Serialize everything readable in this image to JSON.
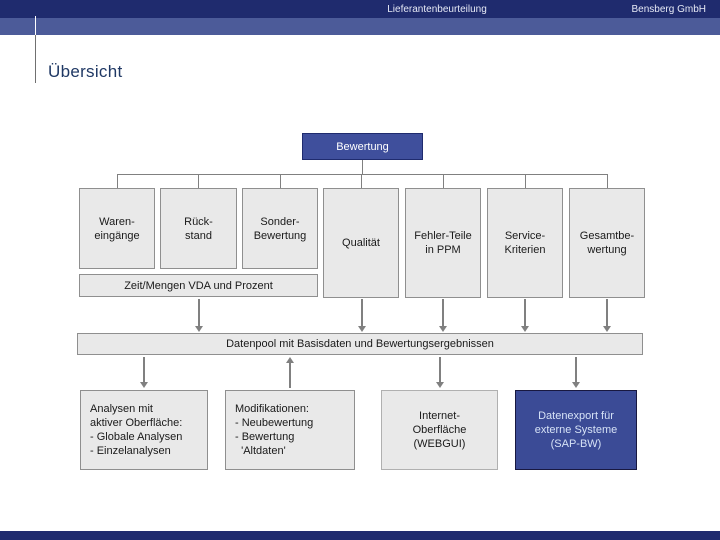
{
  "colors": {
    "header_navy": "#1f2b6e",
    "header_slate": "#4c5b99",
    "root_box_blue": "#3f4f9c",
    "export_box_blue": "#3b4b96",
    "gray_box_fill": "#e9e9e9",
    "gray_box_border": "#8f8f8f",
    "arrow_gray": "#808080",
    "title_navy": "#1f3864",
    "export_text": "#d6e2f6"
  },
  "header": {
    "title": "Lieferantenbeurteilung",
    "company": "Bensberg GmbH"
  },
  "page_title": "Übersicht",
  "diagram": {
    "root": "Bewertung",
    "criteria": [
      {
        "label": "Waren-\neingänge"
      },
      {
        "label": "Rück-\nstand"
      },
      {
        "label": "Sonder-\nBewertung"
      },
      {
        "label": "Qualität"
      },
      {
        "label": "Fehler-Teile\nin PPM"
      },
      {
        "label": "Service-\nKriterien"
      },
      {
        "label": "Gesamtbe-\nwertung"
      }
    ],
    "zeit_band": "Zeit/Mengen VDA und Prozent",
    "datenpool": "Datenpool mit Basisdaten und Bewertungsergebnissen",
    "outputs": [
      {
        "label": "Analysen mit\naktiver Oberfläche:\n- Globale Analysen\n- Einzelanalysen"
      },
      {
        "label": "Modifikationen:\n- Neubewertung\n- Bewertung\n  'Altdaten'"
      },
      {
        "label": "Internet-\nOberfläche\n(WEBGUI)"
      },
      {
        "label": "Datenexport für\nexterne Systeme\n(SAP-BW)"
      }
    ]
  }
}
